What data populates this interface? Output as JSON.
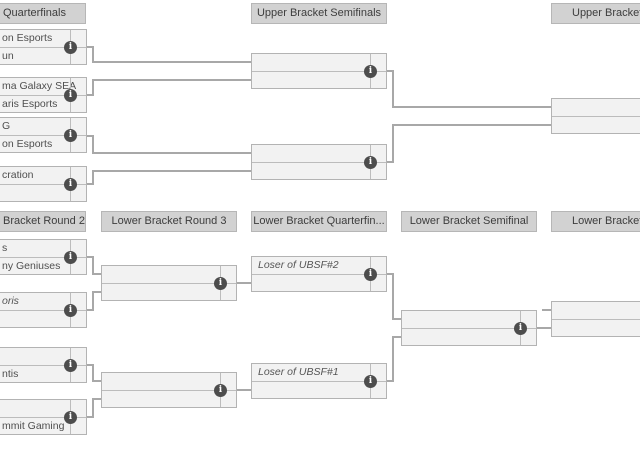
{
  "headers": {
    "ub_qf": "Quarterfinals",
    "ub_sf": "Upper Bracket Semifinals",
    "ub_f": "Upper Bracket",
    "lb_r2": "Bracket Round 2",
    "lb_r3": "Lower Bracket Round 3",
    "lb_qf": "Lower Bracket Quarterfin...",
    "lb_sf": "Lower Bracket Semifinal",
    "lb_f": "Lower Bracket"
  },
  "matches": {
    "ub_qf1": {
      "top": "on Esports",
      "bottom": "un"
    },
    "ub_qf2": {
      "top": "ma Galaxy SEA",
      "bottom": "aris Esports"
    },
    "ub_qf3": {
      "top": "G",
      "bottom": "on Esports"
    },
    "ub_qf4": {
      "top": "cration",
      "bottom": ""
    },
    "ub_sf1": {
      "top": "",
      "bottom": ""
    },
    "ub_sf2": {
      "top": "",
      "bottom": ""
    },
    "ub_f": {
      "top": "",
      "bottom": ""
    },
    "lb_r2m1": {
      "top": "s",
      "bottom": "ny Geniuses"
    },
    "lb_r2m2": {
      "top": "oris",
      "bottom": ""
    },
    "lb_r2m3": {
      "top": "",
      "bottom": "ntis"
    },
    "lb_r2m4": {
      "top": "",
      "bottom": "mmit Gaming"
    },
    "lb_r3m1": {
      "top": "",
      "bottom": ""
    },
    "lb_r3m2": {
      "top": "",
      "bottom": ""
    },
    "lb_qf1": {
      "top": "Loser of UBSF#2",
      "bottom": ""
    },
    "lb_qf2": {
      "top": "Loser of UBSF#1",
      "bottom": ""
    },
    "lb_sf": {
      "top": "",
      "bottom": ""
    },
    "lb_f": {
      "top": "",
      "bottom": ""
    }
  },
  "icons": {
    "match_info": "info-icon"
  },
  "colors": {
    "header_bg": "#d2d2d2",
    "match_bg": "#f2f2f2",
    "border": "#b3b3b3",
    "connector": "#a8a8a8",
    "info_icon_bg": "#4d4d4d",
    "text": "#4f4f4f"
  }
}
